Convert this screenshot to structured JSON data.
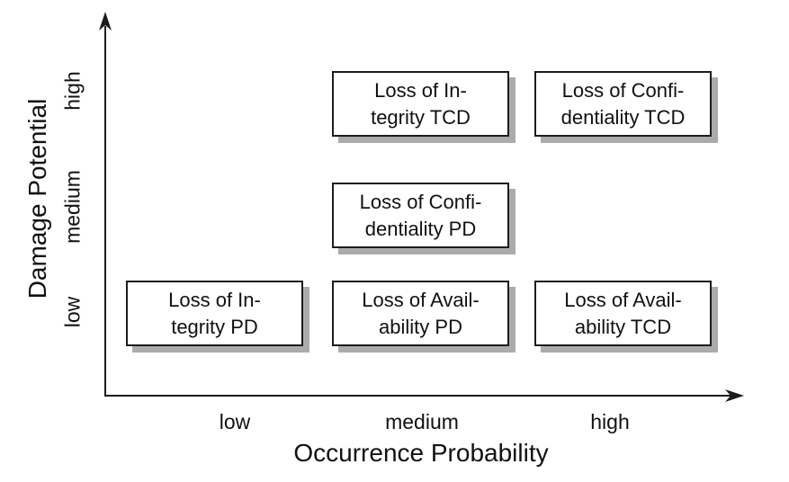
{
  "colors": {
    "background": "#ffffff",
    "box_fill": "#ffffff",
    "box_border": "#1c1c1c",
    "box_shadow": "#ababab",
    "axis": "#1c1c1c",
    "text": "#111111"
  },
  "x_axis": {
    "label": "Occurrence Probability",
    "ticks": [
      "low",
      "medium",
      "high"
    ]
  },
  "y_axis": {
    "label": "Damage Potential",
    "ticks": [
      "low",
      "medium",
      "high"
    ]
  },
  "boxes": [
    {
      "id": "loss-integrity-tcd",
      "line1": "Loss of In-",
      "line2": "tegrity TCD",
      "x": "medium",
      "y": "high"
    },
    {
      "id": "loss-confidentiality-tcd",
      "line1": "Loss of Confi-",
      "line2": "dentiality TCD",
      "x": "high",
      "y": "high"
    },
    {
      "id": "loss-confidentiality-pd",
      "line1": "Loss of Confi-",
      "line2": "dentiality PD",
      "x": "medium",
      "y": "medium"
    },
    {
      "id": "loss-integrity-pd",
      "line1": "Loss of In-",
      "line2": "tegrity PD",
      "x": "low",
      "y": "low"
    },
    {
      "id": "loss-availability-pd",
      "line1": "Loss of Avail-",
      "line2": "ability PD",
      "x": "medium",
      "y": "low"
    },
    {
      "id": "loss-availability-tcd",
      "line1": "Loss of Avail-",
      "line2": "ability TCD",
      "x": "high",
      "y": "low"
    }
  ],
  "chart_data": {
    "type": "scatter",
    "title": "",
    "xlabel": "Occurrence Probability",
    "ylabel": "Damage Potential",
    "x_ticks": [
      "low",
      "medium",
      "high"
    ],
    "y_ticks": [
      "low",
      "medium",
      "high"
    ],
    "grid": false,
    "legend": false,
    "points": [
      {
        "x": "medium",
        "y": "high",
        "label": "Loss of Integrity TCD"
      },
      {
        "x": "high",
        "y": "high",
        "label": "Loss of Confidentiality TCD"
      },
      {
        "x": "medium",
        "y": "medium",
        "label": "Loss of Confidentiality PD"
      },
      {
        "x": "low",
        "y": "low",
        "label": "Loss of Integrity PD"
      },
      {
        "x": "medium",
        "y": "low",
        "label": "Loss of Availability PD"
      },
      {
        "x": "high",
        "y": "low",
        "label": "Loss of Availability TCD"
      }
    ]
  }
}
